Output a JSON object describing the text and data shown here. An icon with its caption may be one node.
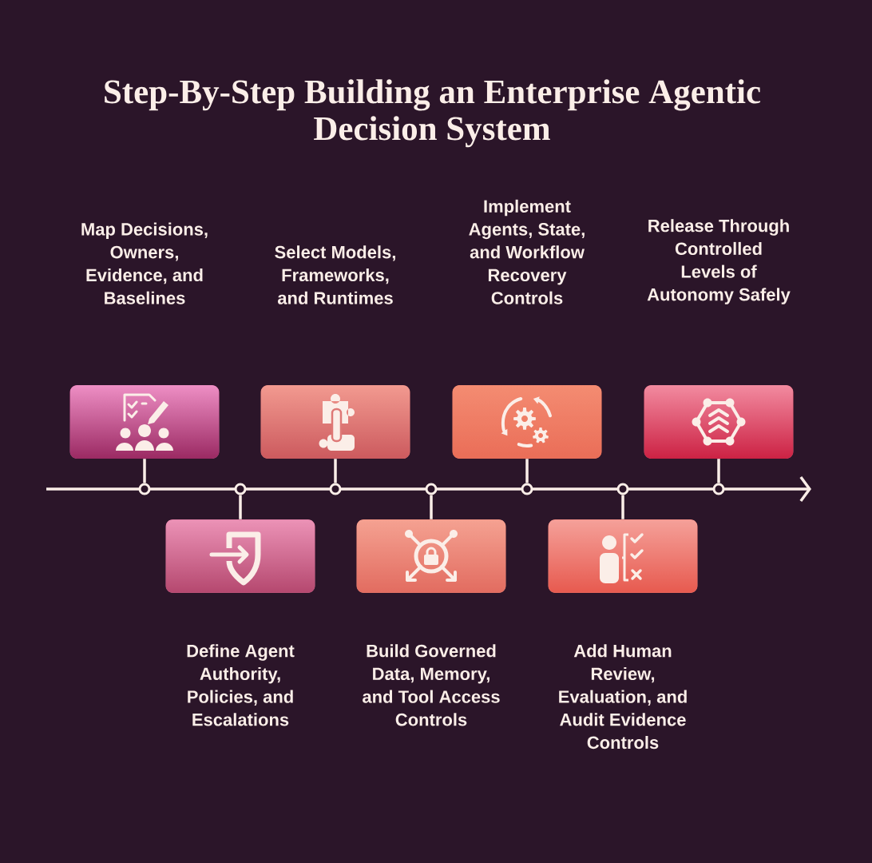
{
  "diagram": {
    "title": "Step-By-Step Building an Enterprise Agentic Decision System",
    "nodes": [
      {
        "text": [
          "Map Decisions, Owners, Evidence, and Baselines"
        ]
      },
      {
        "text": [
          "Define Agent Authority, Policies, and Escalations"
        ]
      },
      {
        "text": [
          "Select Models, Frameworks, and Runtimes"
        ]
      },
      {
        "text": [
          "Build Governed Data, Memory, and Tool Access Controls"
        ]
      },
      {
        "text": [
          "Implement Agents, State, and Workflow Recovery Controls"
        ]
      },
      {
        "text": [
          "Add Human Review, Evaluation, and Audit Evidence Controls"
        ]
      },
      {
        "text": [
          "Release Through Controlled Levels of Autonomy Safely"
        ]
      },
      {
        "text": [],
        "shape": "circle"
      },
      {
        "text": [],
        "shape": "circle"
      },
      {
        "text": [],
        "shape": "circle"
      },
      {
        "text": [],
        "shape": "circle"
      },
      {
        "text": [],
        "shape": "circle"
      },
      {
        "text": [],
        "shape": "circle"
      },
      {
        "text": [],
        "shape": "circle"
      }
    ],
    "edges": [
      {
        "from": 0,
        "to": 7,
        "arrow": "none"
      },
      {
        "from": 1,
        "to": 8,
        "arrow": "none"
      },
      {
        "from": 2,
        "to": 9,
        "arrow": "none"
      },
      {
        "from": 3,
        "to": 10,
        "arrow": "none"
      },
      {
        "from": 4,
        "to": 11,
        "arrow": "none"
      },
      {
        "from": 5,
        "to": 12,
        "arrow": "none"
      },
      {
        "from": 6,
        "to": 13,
        "arrow": "none"
      }
    ]
  }
}
